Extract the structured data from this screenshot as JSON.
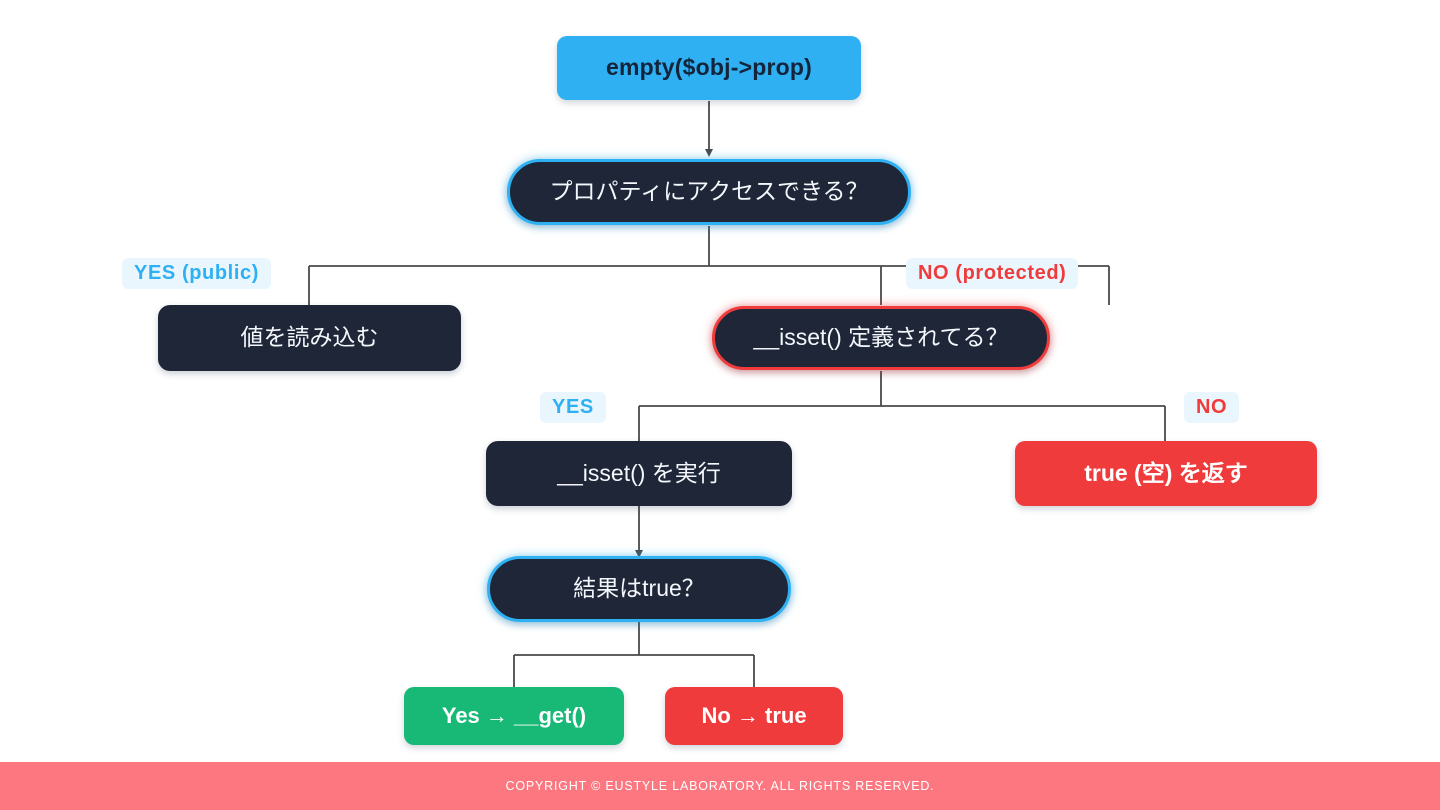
{
  "diagram": {
    "title": "PHP empty() on object property flow",
    "colors": {
      "accent_blue": "#2eb0f2",
      "navy": "#1e2638",
      "red": "#ef3b3b",
      "green": "#18b877",
      "footer_pink": "#fc7780",
      "label_bg": "#eaf6fd",
      "connector": "#4a4a4a"
    },
    "nodes": [
      {
        "id": "start",
        "kind": "start",
        "label": "empty($obj->prop)"
      },
      {
        "id": "d_access",
        "kind": "decision",
        "label": "プロパティにアクセスできる？"
      },
      {
        "id": "p_read",
        "kind": "process",
        "label": "値を読み込む"
      },
      {
        "id": "d_isset",
        "kind": "decision",
        "label": "__isset() 定義されてる？"
      },
      {
        "id": "p_runisset",
        "kind": "process",
        "label": "__isset() を実行"
      },
      {
        "id": "t_trueempty",
        "kind": "red",
        "label": "true (空) を返す"
      },
      {
        "id": "d_result",
        "kind": "decision",
        "label": "結果はtrue？"
      },
      {
        "id": "t_yesget",
        "kind": "green",
        "label": "Yes → __get()"
      },
      {
        "id": "t_notrue",
        "kind": "red",
        "label": "No → true"
      }
    ],
    "branch_labels": [
      {
        "id": "yes_public",
        "text": "YES (public)",
        "tone": "blue"
      },
      {
        "id": "no_protected",
        "text": "NO (protected)",
        "tone": "red"
      },
      {
        "id": "yes_isset",
        "text": "YES",
        "tone": "blue"
      },
      {
        "id": "no_isset",
        "text": "NO",
        "tone": "red"
      }
    ]
  },
  "footer": {
    "copyright": "COPYRIGHT © EUSTYLE LABORATORY. ALL RIGHTS RESERVED."
  }
}
